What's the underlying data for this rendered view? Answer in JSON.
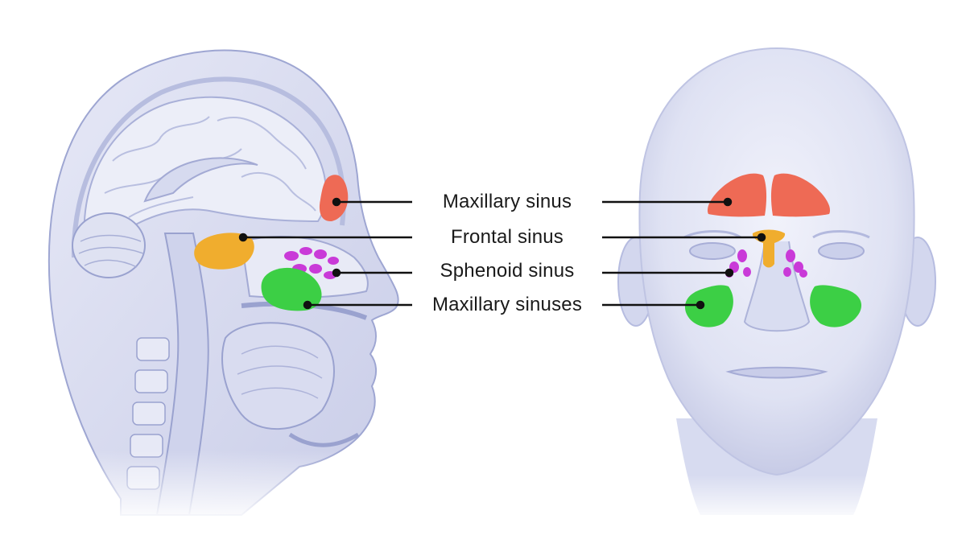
{
  "labels": [
    "Maxillary sinus",
    "Frontal sinus",
    "Sphenoid sinus",
    "Maxillary sinuses"
  ],
  "colors": {
    "background": "#ffffff",
    "text": "#1a1a1a",
    "leader_line": "#111111",
    "sinus_red": "#ee6a55",
    "sinus_orange": "#f0ad2e",
    "sinus_purple": "#c93ad8",
    "sinus_green": "#3ccf45",
    "head_skin": "#d9dcf0",
    "brain": "#e3e6f4",
    "face_skin": "#e4e7f6"
  }
}
